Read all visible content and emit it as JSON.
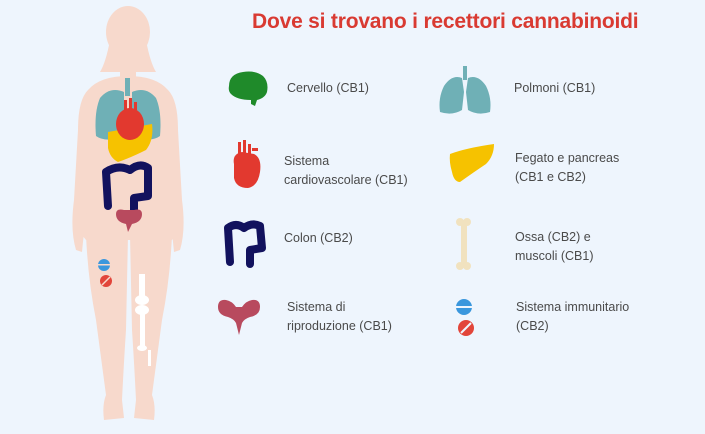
{
  "title": "Dove si trovano i recettori cannabinoidi",
  "colors": {
    "background": "#eef5fd",
    "title": "#d93a32",
    "skin": "#f7d9cc",
    "brain": "#1f8a2a",
    "heart": "#e2392f",
    "lungs": "#6fb0b6",
    "liver": "#f6c200",
    "colon": "#12125e",
    "reproductive": "#b84a5e",
    "bone": "#f1e2bf",
    "immune_blue": "#3a97dd",
    "immune_red": "#e2453a"
  },
  "legend": {
    "left": [
      {
        "icon": "brain-icon",
        "lines": [
          "Cervello (CB1)"
        ]
      },
      {
        "icon": "heart-icon",
        "lines": [
          "Sistema",
          "cardiovascolare (CB1)"
        ]
      },
      {
        "icon": "colon-icon",
        "lines": [
          "Colon (CB2)"
        ]
      },
      {
        "icon": "reproductive-icon",
        "lines": [
          "Sistema di",
          "riproduzione (CB1)"
        ]
      }
    ],
    "right": [
      {
        "icon": "lungs-icon",
        "lines": [
          "Polmoni (CB1)"
        ]
      },
      {
        "icon": "liver-icon",
        "lines": [
          "Fegato e pancreas",
          "(CB1 e CB2)"
        ]
      },
      {
        "icon": "bone-icon",
        "lines": [
          "Ossa (CB2) e",
          "muscoli (CB1)"
        ]
      },
      {
        "icon": "immune-cells-icon",
        "lines": [
          "Sistema immunitario",
          "(CB2)"
        ]
      }
    ]
  }
}
